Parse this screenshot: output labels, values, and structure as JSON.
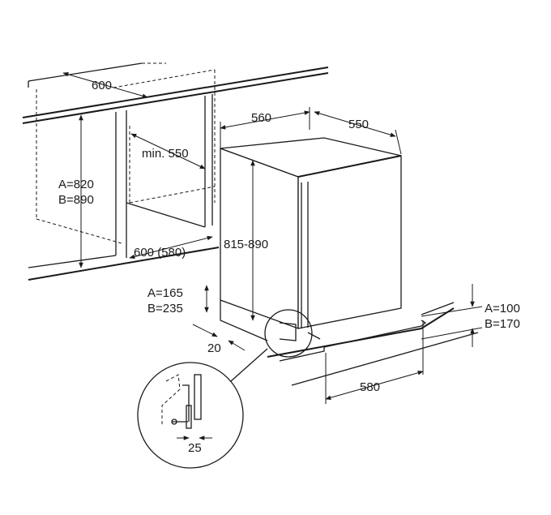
{
  "labels": {
    "niche_width": "600",
    "niche_height": "A=820\nB=890",
    "min_depth": "min. 550",
    "niche_depth": "600 (580)",
    "appliance_width": "560",
    "appliance_depth": "550",
    "appliance_height": "815-890",
    "plinth_height": "A=165\nB=235",
    "plinth_offset": "20",
    "kick_height": "A=100\nB=170",
    "kick_depth": "580",
    "detail_gap": "25"
  },
  "colors": {
    "line": "#1a1a1a",
    "background": "#ffffff"
  }
}
